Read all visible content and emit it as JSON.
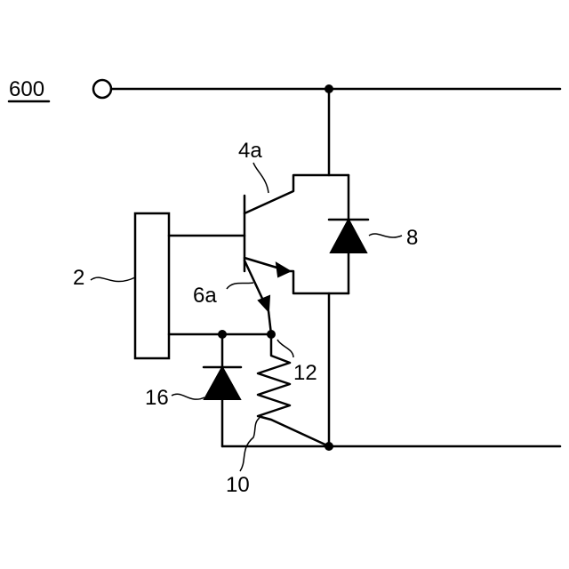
{
  "labels": {
    "circuit": "600",
    "controller": "2",
    "transistor_main": "4a",
    "transistor_sense": "6a",
    "freewheel_diode": "8",
    "sense_resistor": "10",
    "sense_node": "12",
    "clamp_diode": "16"
  }
}
